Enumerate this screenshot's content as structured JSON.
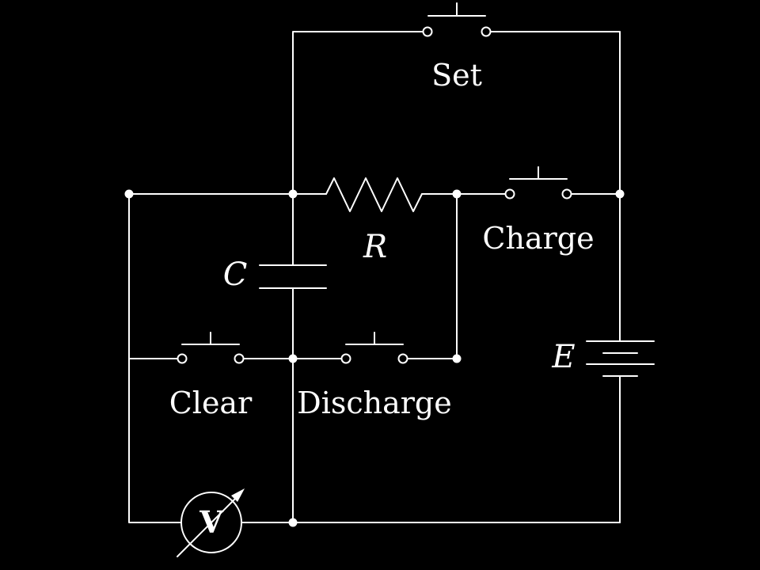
{
  "colors": {
    "background": "#000000",
    "foreground": "#ffffff"
  },
  "labels": {
    "set": "Set",
    "charge": "Charge",
    "clear": "Clear",
    "discharge": "Discharge",
    "resistor": "R",
    "capacitor": "C",
    "battery": "E",
    "voltmeter": "V"
  }
}
